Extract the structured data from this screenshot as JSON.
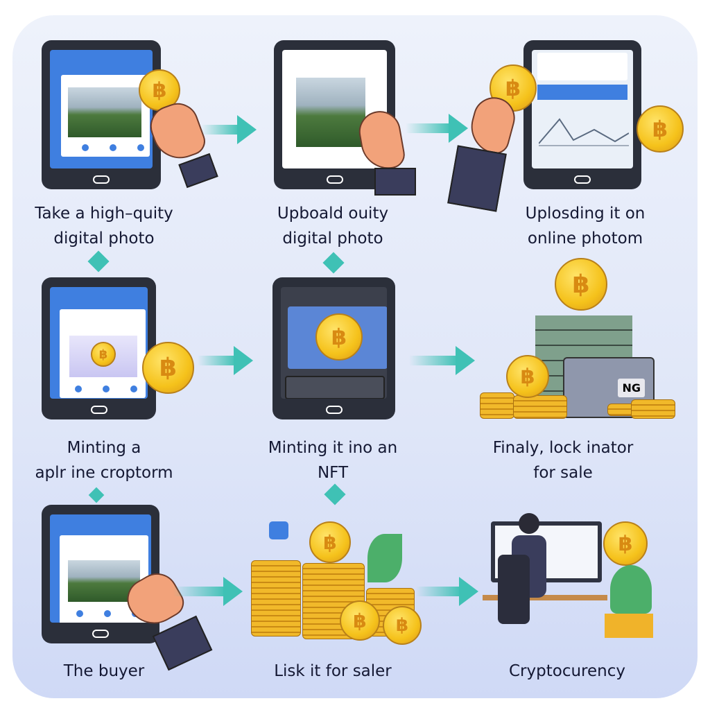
{
  "steps": [
    {
      "caption_line1": "Take a high–quity",
      "caption_line2": "digital photo"
    },
    {
      "caption_line1": "Upboald ouity",
      "caption_line2": "digital photo"
    },
    {
      "caption_line1": "Uplosding it  on",
      "caption_line2": "online  photom"
    },
    {
      "caption_line1": "Minting a",
      "caption_line2": "aplr ine  croptorm"
    },
    {
      "caption_line1": "Minting it ino an",
      "caption_line2": "NFT"
    },
    {
      "caption_line1": "Finaly, lock inator",
      "caption_line2": "for sale"
    },
    {
      "caption_line1": "The buyer",
      "caption_line2": ""
    },
    {
      "caption_line1": "Lisk it for saler",
      "caption_line2": ""
    },
    {
      "caption_line1": "Cryptocurency",
      "caption_line2": ""
    }
  ],
  "vault_label": "NG",
  "coin_symbol": "฿",
  "colors": {
    "accent": "#3fc1b5",
    "coin": "#f5c21b",
    "screen": "#3f7fe0",
    "background": "#dfe6f8"
  }
}
